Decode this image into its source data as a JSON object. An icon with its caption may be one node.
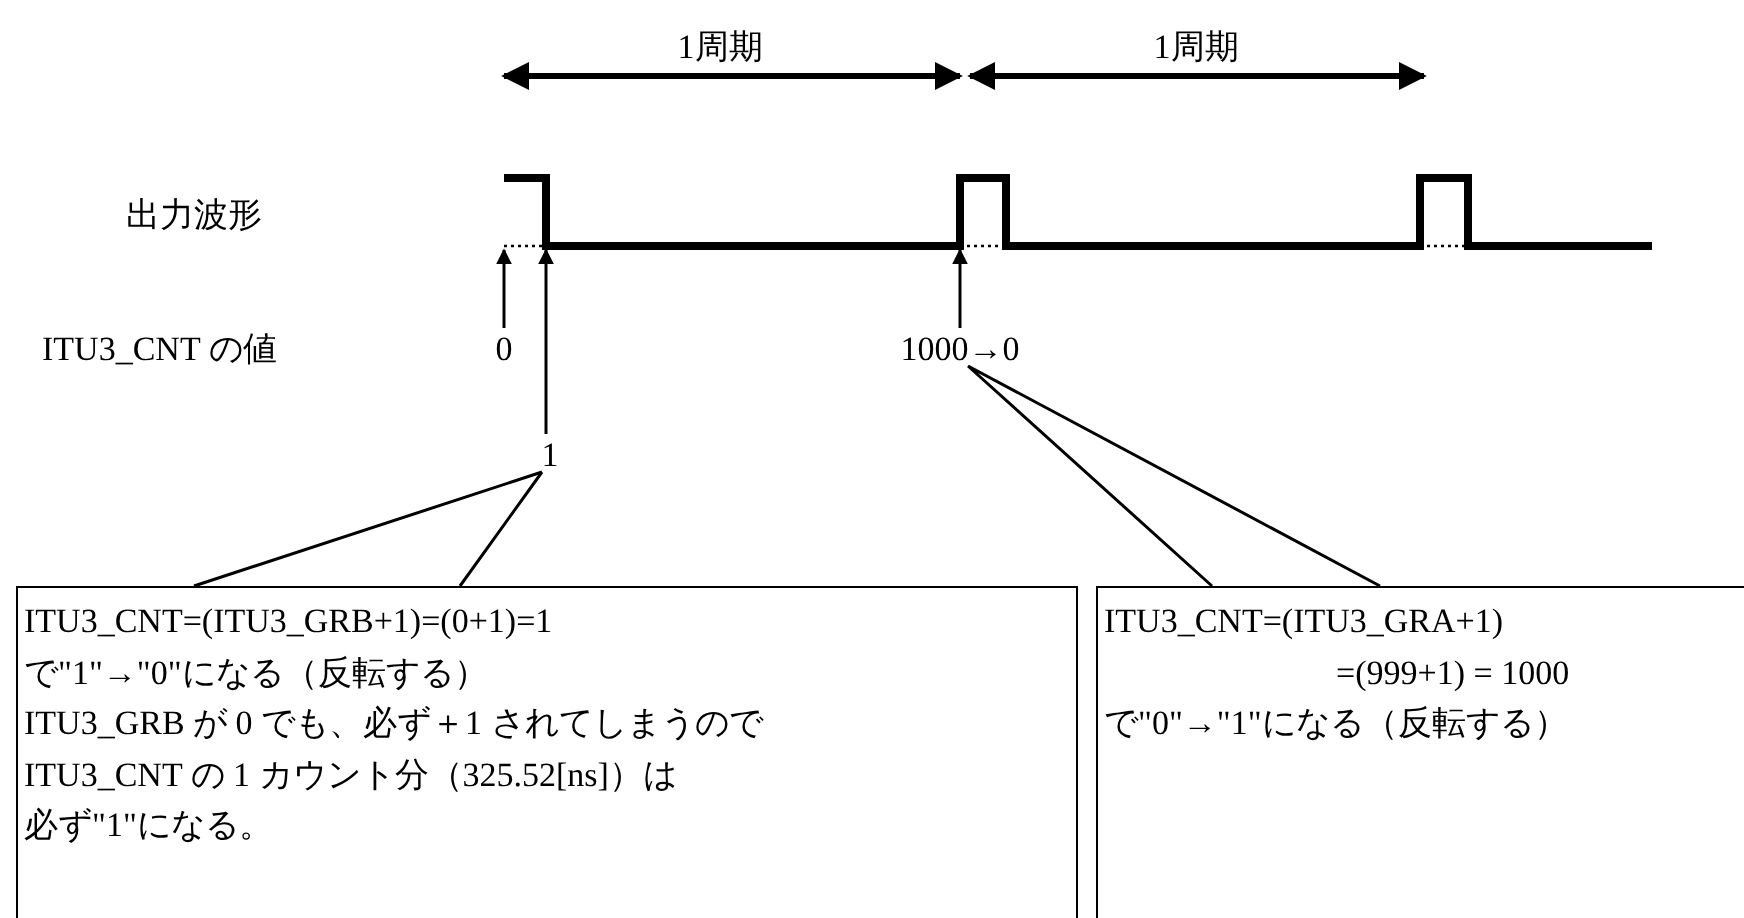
{
  "diagram": {
    "nodes": [
      {
        "text": [
          "0"
        ]
      },
      {
        "text": [
          "1"
        ]
      },
      {
        "text": [
          "1000→0"
        ]
      },
      {
        "text": [
          "ITU3_CNT=(ITU3_GRB+1)=(0+1)=1",
          "で\"1\"→\"0\"になる（反転する）",
          "ITU3_GRB が 0 でも、必ず＋1 されてしまうので",
          "ITU3_CNT の 1 カウント分（325.52[ns]）は",
          "必ず\"1\"になる。"
        ]
      },
      {
        "text": [
          "ITU3_CNT=(ITU3_GRA+1)",
          "=(999+1) = 1000",
          "で\"0\"→\"1\"になる（反転する）"
        ]
      },
      {
        "text": [],
        "shape": "line"
      }
    ],
    "edges": [
      {
        "from": 0,
        "to": 5,
        "arrow": "to"
      },
      {
        "from": 1,
        "to": 5,
        "arrow": "to"
      },
      {
        "from": 2,
        "to": 5,
        "arrow": "to"
      },
      {
        "from": 3,
        "to": 1,
        "arrow": "none"
      },
      {
        "from": 4,
        "to": 2,
        "arrow": "none"
      }
    ],
    "labels": [
      "1周期",
      "1周期",
      "出力波形",
      "ITU3_CNT の値"
    ]
  }
}
